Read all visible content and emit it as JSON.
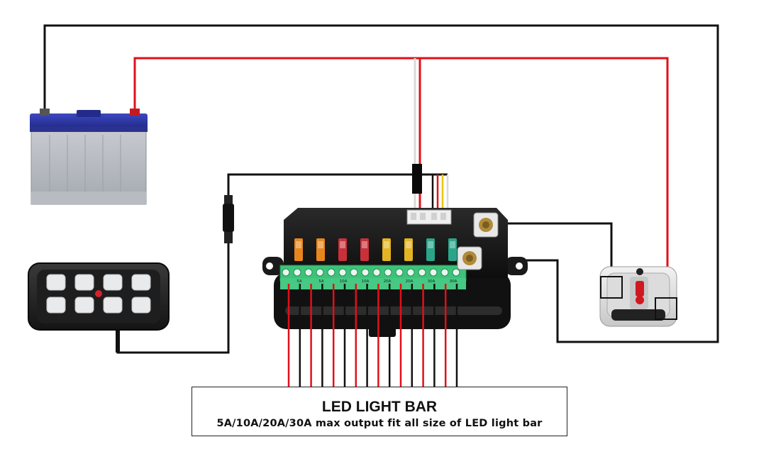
{
  "caption": {
    "title": "LED LIGHT BAR",
    "subtitle": "5A/10A/20A/30A max output fit all size of LED light bar"
  },
  "fuse_labels": [
    "5A",
    "5A",
    "10A",
    "10A",
    "20A",
    "20A",
    "30A",
    "30A"
  ],
  "fuse_colors": [
    "#e8861e",
    "#e8861e",
    "#c9303a",
    "#c9303a",
    "#e3b523",
    "#e3b523",
    "#2aa58a",
    "#2aa58a"
  ],
  "colors": {
    "wire_positive": "#e0101a",
    "wire_ground": "#111111",
    "battery_top": "#2b36a8",
    "terminal_green": "#3ec27a"
  },
  "components": {
    "battery": "battery-icon",
    "switch_panel": "switch-panel-icon",
    "relay_box": "relay-box-icon",
    "circuit_breaker": "circuit-breaker-icon",
    "harness_connector": "inline-connector-icon"
  }
}
